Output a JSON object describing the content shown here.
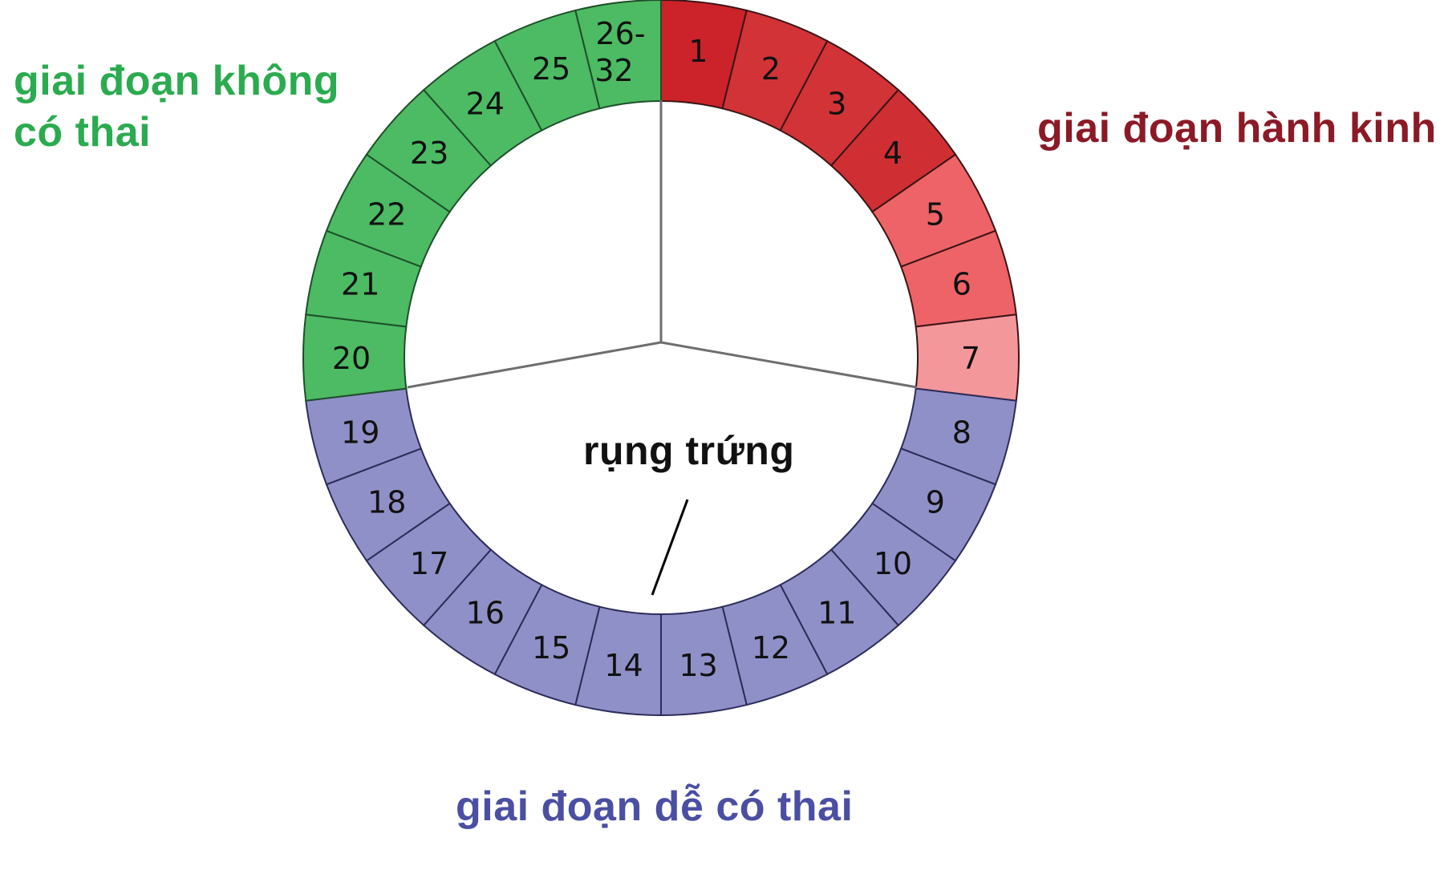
{
  "labels": {
    "non_fertile": {
      "line1": "giai đoạn không",
      "line2": "có thai",
      "color": "#2bab4f"
    },
    "menstrual": {
      "text": "giai đoạn hành kinh",
      "color": "#8b1a26"
    },
    "fertile": {
      "text": "giai đoạn dễ có thai",
      "color": "#4a4fa3"
    },
    "ovulation": {
      "text": "rụng trứng",
      "color": "#111111"
    }
  },
  "chart_data": {
    "type": "donut-cycle",
    "title": "",
    "center": [
      824,
      446
    ],
    "outer_radius": 446,
    "inner_radius": 320,
    "segment_count": 26,
    "start_angle_deg": 0,
    "direction": "clockwise",
    "segments": [
      {
        "label": "1",
        "phase": "menstrual",
        "color": "#cc2229"
      },
      {
        "label": "2",
        "phase": "menstrual",
        "color": "#d13337"
      },
      {
        "label": "3",
        "phase": "menstrual",
        "color": "#d13337"
      },
      {
        "label": "4",
        "phase": "menstrual",
        "color": "#cf2f33"
      },
      {
        "label": "5",
        "phase": "menstrual",
        "color": "#ee6367"
      },
      {
        "label": "6",
        "phase": "menstrual",
        "color": "#ee6367"
      },
      {
        "label": "7",
        "phase": "menstrual",
        "color": "#f4979b"
      },
      {
        "label": "8",
        "phase": "fertile",
        "color": "#9090c8"
      },
      {
        "label": "9",
        "phase": "fertile",
        "color": "#9090c8"
      },
      {
        "label": "10",
        "phase": "fertile",
        "color": "#9090c8"
      },
      {
        "label": "11",
        "phase": "fertile",
        "color": "#9090c8"
      },
      {
        "label": "12",
        "phase": "fertile",
        "color": "#9090c8"
      },
      {
        "label": "13",
        "phase": "fertile",
        "color": "#9090c8"
      },
      {
        "label": "14",
        "phase": "fertile",
        "color": "#9090c8"
      },
      {
        "label": "15",
        "phase": "fertile",
        "color": "#9090c8"
      },
      {
        "label": "16",
        "phase": "fertile",
        "color": "#9090c8"
      },
      {
        "label": "17",
        "phase": "fertile",
        "color": "#9090c8"
      },
      {
        "label": "18",
        "phase": "fertile",
        "color": "#9090c8"
      },
      {
        "label": "19",
        "phase": "fertile",
        "color": "#9090c8"
      },
      {
        "label": "20",
        "phase": "non_fertile",
        "color": "#4cbb63"
      },
      {
        "label": "21",
        "phase": "non_fertile",
        "color": "#4cbb63"
      },
      {
        "label": "22",
        "phase": "non_fertile",
        "color": "#4cbb63"
      },
      {
        "label": "23",
        "phase": "non_fertile",
        "color": "#4cbb63"
      },
      {
        "label": "24",
        "phase": "non_fertile",
        "color": "#4cbb63"
      },
      {
        "label": "25",
        "phase": "non_fertile",
        "color": "#4cbb63"
      },
      {
        "label": "26-",
        "label2": "32",
        "phase": "non_fertile",
        "color": "#4cbb63"
      }
    ],
    "phase_border_colors": {
      "menstrual": "#3a1416",
      "fertile": "#2c2c5a",
      "non_fertile": "#1e4f2a"
    },
    "spokes": [
      {
        "from": [
          824,
          427
        ],
        "to": [
          824,
          125
        ]
      },
      {
        "from": [
          824,
          427
        ],
        "to": [
          508,
          483
        ]
      },
      {
        "from": [
          824,
          427
        ],
        "to": [
          1143,
          483
        ]
      }
    ],
    "ovulation_pointer": {
      "from": [
        857,
        623
      ],
      "to": [
        813,
        742
      ]
    },
    "phases": [
      {
        "name": "giai đoạn hành kinh",
        "days": "1-7"
      },
      {
        "name": "giai đoạn dễ có thai",
        "days": "8-19"
      },
      {
        "name": "giai đoạn không có thai",
        "days": "20-32"
      }
    ]
  }
}
